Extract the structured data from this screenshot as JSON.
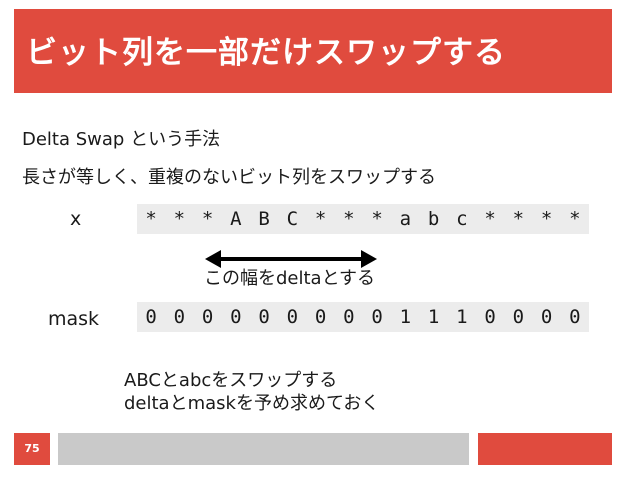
{
  "slide": {
    "title": "ビット列を一部だけスワップする",
    "line1": "Delta Swap という手法",
    "line2": "長さが等しく、重複のないビット列をスワップする",
    "x_label": "x",
    "x_cells": [
      "*",
      "*",
      "*",
      "A",
      "B",
      "C",
      "*",
      "*",
      "*",
      "a",
      "b",
      "c",
      "*",
      "*",
      "*",
      "*"
    ],
    "mask_label": "mask",
    "mask_cells": [
      "0",
      "0",
      "0",
      "0",
      "0",
      "0",
      "0",
      "0",
      "0",
      "1",
      "1",
      "1",
      "0",
      "0",
      "0",
      "0"
    ],
    "delta_note": "この幅をdeltaとする",
    "note1": "ABCとabcをスワップする",
    "note2": "deltaとmaskを予め求めておく",
    "page_number": "75"
  },
  "colors": {
    "accent": "#e04b3e",
    "cell_background": "#ececec",
    "footer_gray": "#c9c9c9"
  }
}
